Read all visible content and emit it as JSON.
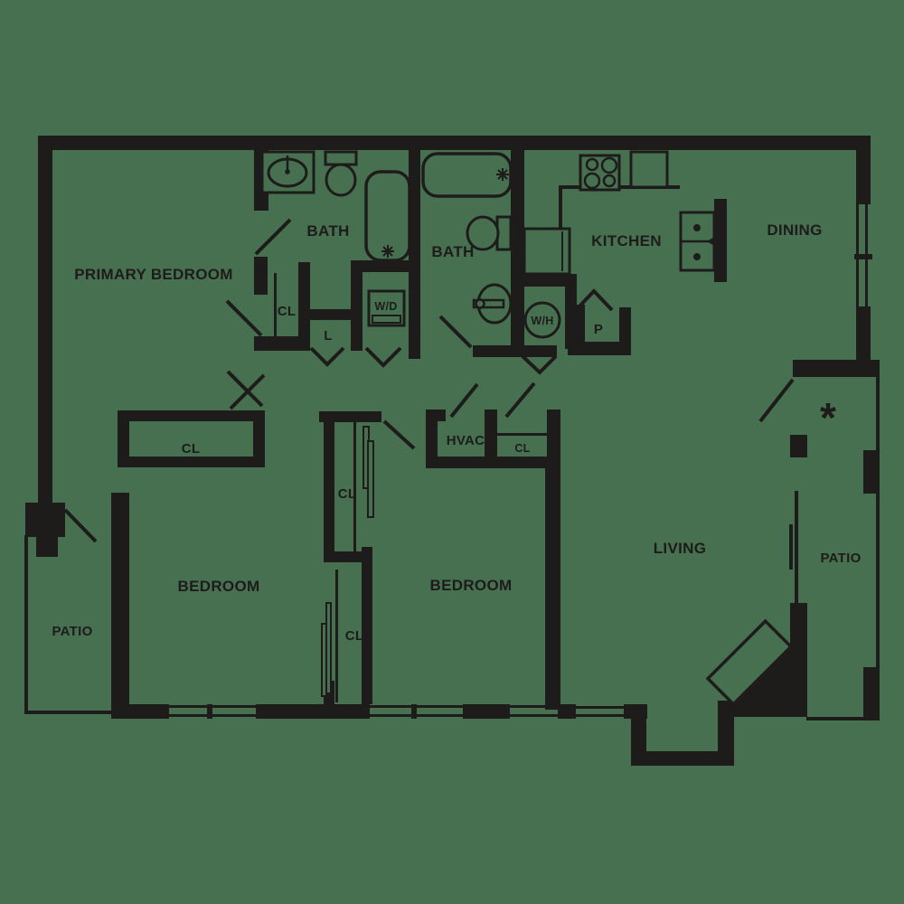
{
  "plan": {
    "colors": {
      "background": "#477050",
      "line": "#1d1c1a"
    },
    "rooms": {
      "primary_bedroom": "PRIMARY BEDROOM",
      "bath1": "BATH",
      "bath2": "BATH",
      "kitchen": "KITCHEN",
      "dining": "DINING",
      "living": "LIVING",
      "bedroom1": "BEDROOM",
      "bedroom2": "BEDROOM",
      "patio_left": "PATIO",
      "patio_right": "PATIO",
      "hvac": "HVAC",
      "pantry": "P",
      "washer_dryer": "W/D",
      "water_heater": "W/H",
      "linen": "L",
      "closet_primary": "CL",
      "closet_bedroom1": "CL",
      "closet_hall": "CL",
      "closet_between_upper": "CL",
      "closet_between_lower": "CL",
      "entry_marker": "*"
    }
  }
}
